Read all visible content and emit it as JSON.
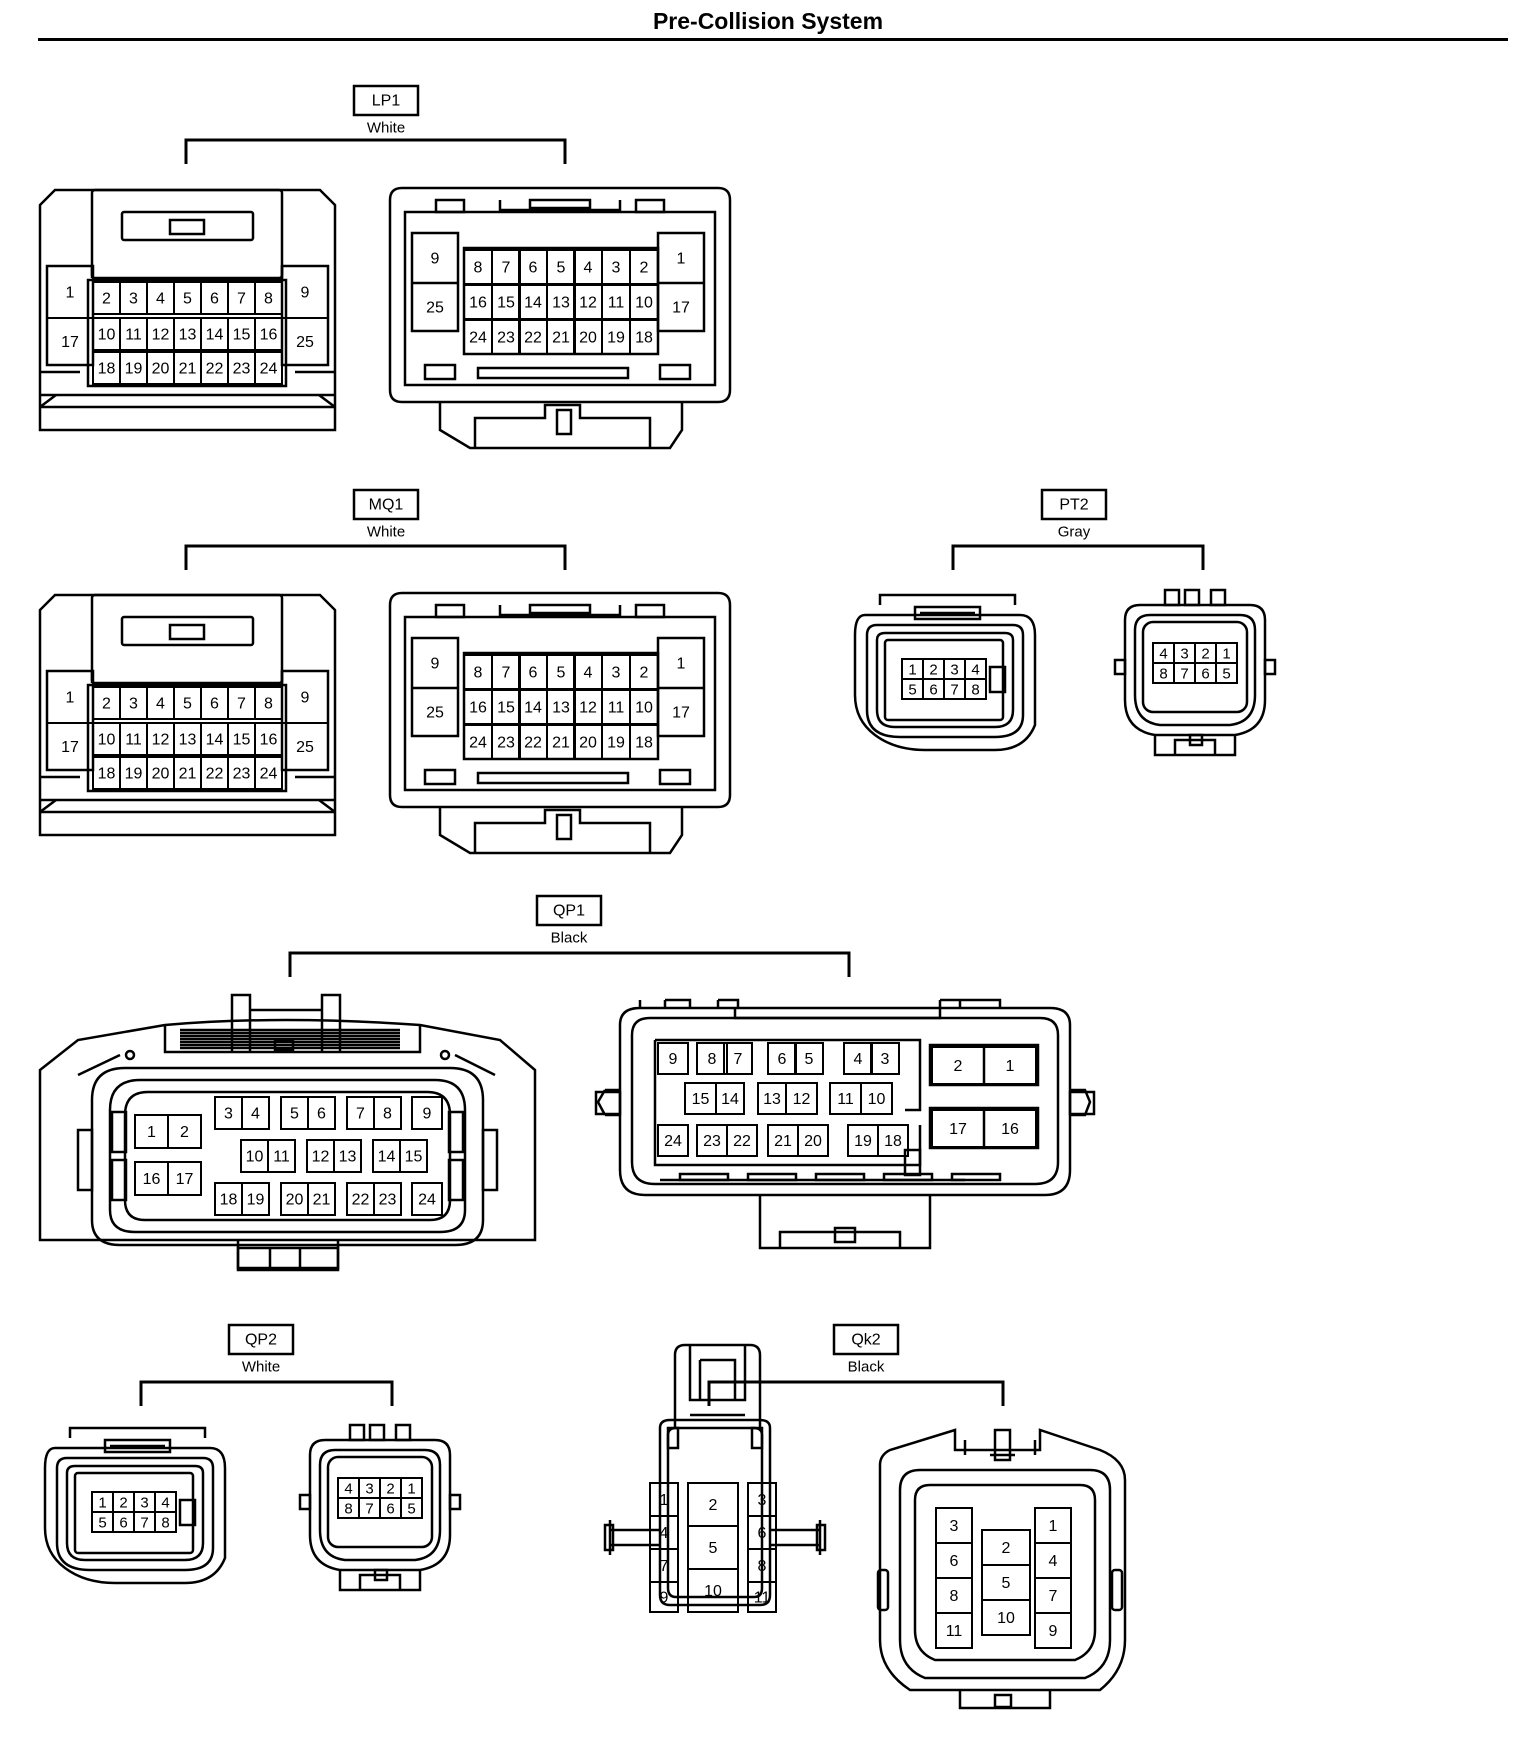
{
  "title": "Pre-Collision System",
  "colors": {
    "ink": "#000000",
    "paper": "#ffffff"
  },
  "connectors": [
    {
      "id": "LP1",
      "color": "White",
      "views": [
        {
          "pins": [
            "1",
            "2",
            "3",
            "4",
            "5",
            "6",
            "7",
            "8",
            "9",
            "10",
            "11",
            "12",
            "13",
            "14",
            "15",
            "16",
            "17",
            "18",
            "19",
            "20",
            "21",
            "22",
            "23",
            "24",
            "25"
          ]
        },
        {
          "pins": [
            "9",
            "8",
            "7",
            "6",
            "5",
            "4",
            "3",
            "2",
            "1",
            "25",
            "16",
            "15",
            "14",
            "13",
            "12",
            "11",
            "10",
            "17",
            "24",
            "23",
            "22",
            "21",
            "20",
            "19",
            "18"
          ]
        }
      ]
    },
    {
      "id": "MQ1",
      "color": "White",
      "views": [
        {
          "pins": [
            "1",
            "2",
            "3",
            "4",
            "5",
            "6",
            "7",
            "8",
            "9",
            "10",
            "11",
            "12",
            "13",
            "14",
            "15",
            "16",
            "17",
            "18",
            "19",
            "20",
            "21",
            "22",
            "23",
            "24",
            "25"
          ]
        },
        {
          "pins": [
            "9",
            "8",
            "7",
            "6",
            "5",
            "4",
            "3",
            "2",
            "1",
            "25",
            "16",
            "15",
            "14",
            "13",
            "12",
            "11",
            "10",
            "17",
            "24",
            "23",
            "22",
            "21",
            "20",
            "19",
            "18"
          ]
        }
      ]
    },
    {
      "id": "PT2",
      "color": "Gray",
      "views": [
        {
          "pins": [
            "1",
            "2",
            "3",
            "4",
            "5",
            "6",
            "7",
            "8"
          ]
        },
        {
          "pins": [
            "4",
            "3",
            "2",
            "1",
            "8",
            "7",
            "6",
            "5"
          ]
        }
      ]
    },
    {
      "id": "QP1",
      "color": "Black",
      "views": [
        {
          "pins": [
            "1",
            "2",
            "16",
            "17",
            "3",
            "4",
            "5",
            "6",
            "7",
            "8",
            "9",
            "10",
            "11",
            "12",
            "13",
            "14",
            "15",
            "18",
            "19",
            "20",
            "21",
            "22",
            "23",
            "24"
          ]
        },
        {
          "pins": [
            "9",
            "8",
            "7",
            "6",
            "5",
            "4",
            "3",
            "15",
            "14",
            "13",
            "12",
            "11",
            "10",
            "24",
            "23",
            "22",
            "21",
            "20",
            "19",
            "18",
            "2",
            "1",
            "17",
            "16"
          ]
        }
      ]
    },
    {
      "id": "QP2",
      "color": "White",
      "views": [
        {
          "pins": [
            "1",
            "2",
            "3",
            "4",
            "5",
            "6",
            "7",
            "8"
          ]
        },
        {
          "pins": [
            "4",
            "3",
            "2",
            "1",
            "8",
            "7",
            "6",
            "5"
          ]
        }
      ]
    },
    {
      "id": "Qk2",
      "color": "Black",
      "views": [
        {
          "pins": [
            "1",
            "4",
            "7",
            "9",
            "2",
            "5",
            "10",
            "3",
            "6",
            "8",
            "11"
          ]
        },
        {
          "pins": [
            "3",
            "6",
            "8",
            "11",
            "2",
            "5",
            "10",
            "1",
            "4",
            "7",
            "9"
          ]
        }
      ]
    }
  ]
}
